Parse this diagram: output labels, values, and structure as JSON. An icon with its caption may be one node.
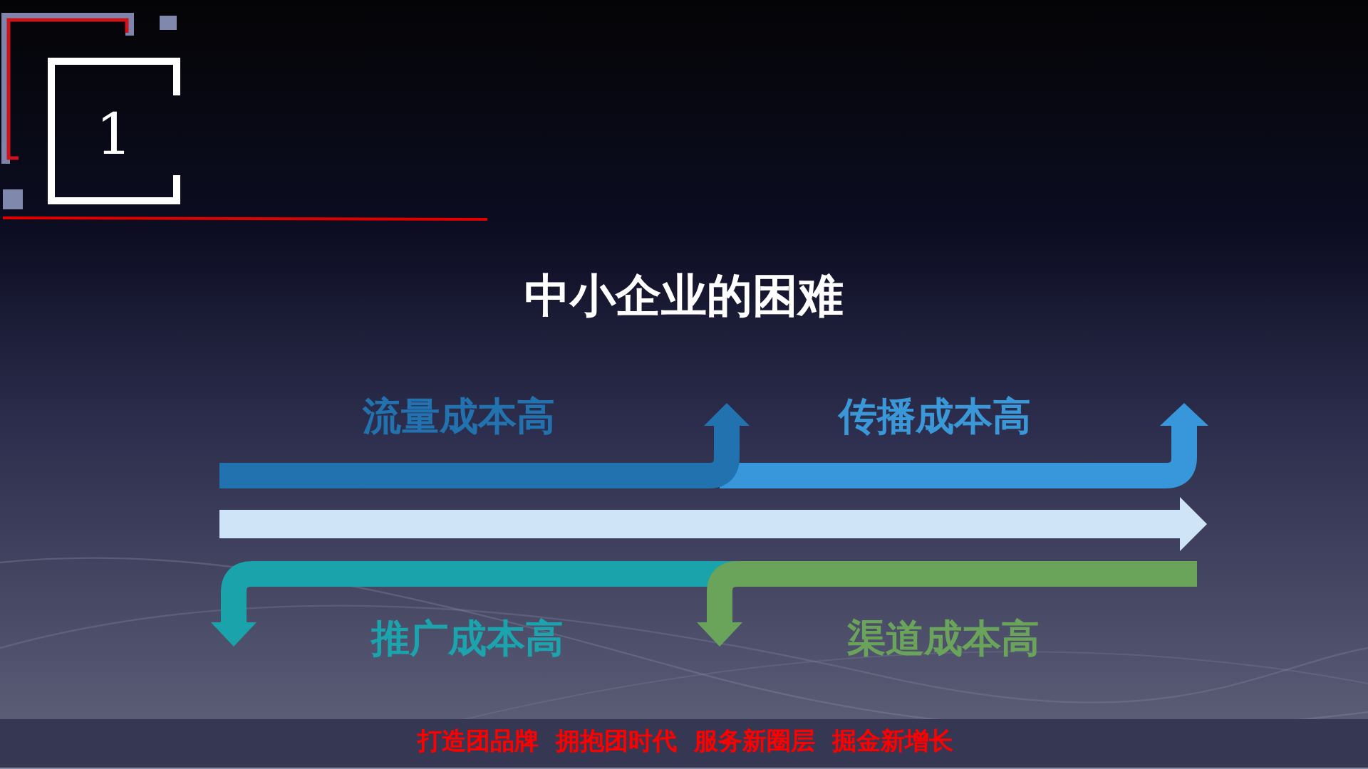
{
  "diagram": {
    "title": "中小企业的困难",
    "labels": [
      "1",
      "流量成本高",
      "传播成本高",
      "推广成本高",
      "渠道成本高",
      "打造团品牌  拥抱团时代  服务新圈层  掘金新增长"
    ]
  }
}
